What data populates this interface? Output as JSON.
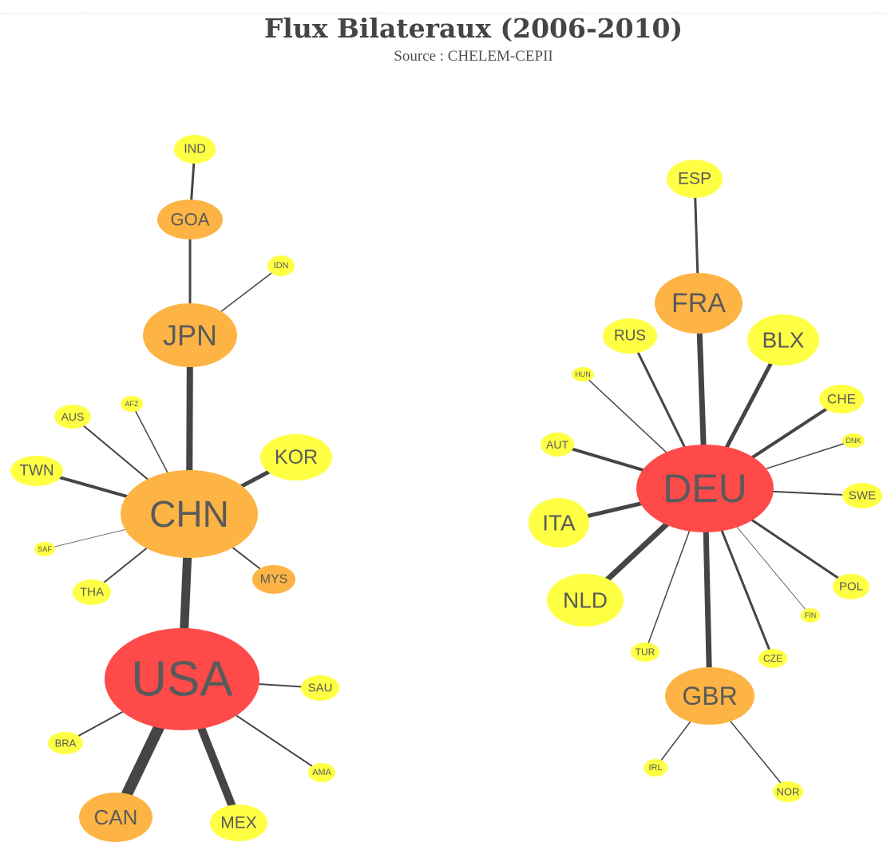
{
  "header": {
    "title": "Flux Bilateraux (2006-2010)",
    "source": "Source : CHELEM-CEPII"
  },
  "colors": {
    "hub": "#ff4a4a",
    "secondary": "#fdb444",
    "leaf": "#ffff44",
    "edge": "#454545",
    "label": "#5a5a5a"
  },
  "nodes": [
    {
      "id": "IND",
      "label": "IND",
      "tier": "leaf"
    },
    {
      "id": "GOA",
      "label": "GOA",
      "tier": "secondary"
    },
    {
      "id": "IDN",
      "label": "IDN",
      "tier": "leaf"
    },
    {
      "id": "JPN",
      "label": "JPN",
      "tier": "secondary"
    },
    {
      "id": "AUS",
      "label": "AUS",
      "tier": "leaf"
    },
    {
      "id": "AFZ",
      "label": "AFZ",
      "tier": "leaf"
    },
    {
      "id": "KOR",
      "label": "KOR",
      "tier": "leaf"
    },
    {
      "id": "TWN",
      "label": "TWN",
      "tier": "leaf"
    },
    {
      "id": "CHN",
      "label": "CHN",
      "tier": "secondary"
    },
    {
      "id": "SAF",
      "label": "SAF",
      "tier": "leaf"
    },
    {
      "id": "MYS",
      "label": "MYS",
      "tier": "secondary"
    },
    {
      "id": "THA",
      "label": "THA",
      "tier": "leaf"
    },
    {
      "id": "USA",
      "label": "USA",
      "tier": "hub"
    },
    {
      "id": "SAU",
      "label": "SAU",
      "tier": "leaf"
    },
    {
      "id": "BRA",
      "label": "BRA",
      "tier": "leaf"
    },
    {
      "id": "AMA",
      "label": "AMA",
      "tier": "leaf"
    },
    {
      "id": "CAN",
      "label": "CAN",
      "tier": "secondary"
    },
    {
      "id": "MEX",
      "label": "MEX",
      "tier": "leaf"
    },
    {
      "id": "ESP",
      "label": "ESP",
      "tier": "leaf"
    },
    {
      "id": "FRA",
      "label": "FRA",
      "tier": "secondary"
    },
    {
      "id": "RUS",
      "label": "RUS",
      "tier": "leaf"
    },
    {
      "id": "BLX",
      "label": "BLX",
      "tier": "leaf"
    },
    {
      "id": "HUN",
      "label": "HUN",
      "tier": "leaf"
    },
    {
      "id": "CHE",
      "label": "CHE",
      "tier": "leaf"
    },
    {
      "id": "AUT",
      "label": "AUT",
      "tier": "leaf"
    },
    {
      "id": "DNK",
      "label": "DNK",
      "tier": "leaf"
    },
    {
      "id": "DEU",
      "label": "DEU",
      "tier": "hub"
    },
    {
      "id": "SWE",
      "label": "SWE",
      "tier": "leaf"
    },
    {
      "id": "ITA",
      "label": "ITA",
      "tier": "leaf"
    },
    {
      "id": "NLD",
      "label": "NLD",
      "tier": "leaf"
    },
    {
      "id": "POL",
      "label": "POL",
      "tier": "leaf"
    },
    {
      "id": "FIN",
      "label": "FIN",
      "tier": "leaf"
    },
    {
      "id": "TUR",
      "label": "TUR",
      "tier": "leaf"
    },
    {
      "id": "CZE",
      "label": "CZE",
      "tier": "leaf"
    },
    {
      "id": "GBR",
      "label": "GBR",
      "tier": "secondary"
    },
    {
      "id": "IRL",
      "label": "IRL",
      "tier": "leaf"
    },
    {
      "id": "NOR",
      "label": "NOR",
      "tier": "leaf"
    }
  ],
  "edges": [
    {
      "from": "IND",
      "to": "GOA",
      "strength": 3
    },
    {
      "from": "GOA",
      "to": "JPN",
      "strength": 3
    },
    {
      "from": "JPN",
      "to": "IDN",
      "strength": 1.5
    },
    {
      "from": "JPN",
      "to": "CHN",
      "strength": 8
    },
    {
      "from": "CHN",
      "to": "AUS",
      "strength": 2
    },
    {
      "from": "CHN",
      "to": "AFZ",
      "strength": 1.5
    },
    {
      "from": "CHN",
      "to": "KOR",
      "strength": 5
    },
    {
      "from": "CHN",
      "to": "TWN",
      "strength": 4
    },
    {
      "from": "CHN",
      "to": "SAF",
      "strength": 0.8
    },
    {
      "from": "CHN",
      "to": "MYS",
      "strength": 2
    },
    {
      "from": "CHN",
      "to": "THA",
      "strength": 2
    },
    {
      "from": "CHN",
      "to": "USA",
      "strength": 11
    },
    {
      "from": "USA",
      "to": "SAU",
      "strength": 2
    },
    {
      "from": "USA",
      "to": "BRA",
      "strength": 2
    },
    {
      "from": "USA",
      "to": "AMA",
      "strength": 2
    },
    {
      "from": "USA",
      "to": "CAN",
      "strength": 14
    },
    {
      "from": "USA",
      "to": "MEX",
      "strength": 10
    },
    {
      "from": "ESP",
      "to": "FRA",
      "strength": 3
    },
    {
      "from": "FRA",
      "to": "DEU",
      "strength": 7
    },
    {
      "from": "DEU",
      "to": "RUS",
      "strength": 3
    },
    {
      "from": "DEU",
      "to": "BLX",
      "strength": 5
    },
    {
      "from": "DEU",
      "to": "HUN",
      "strength": 1.5
    },
    {
      "from": "DEU",
      "to": "CHE",
      "strength": 4
    },
    {
      "from": "DEU",
      "to": "AUT",
      "strength": 4
    },
    {
      "from": "DEU",
      "to": "DNK",
      "strength": 1.5
    },
    {
      "from": "DEU",
      "to": "SWE",
      "strength": 2
    },
    {
      "from": "DEU",
      "to": "ITA",
      "strength": 5
    },
    {
      "from": "DEU",
      "to": "NLD",
      "strength": 7
    },
    {
      "from": "DEU",
      "to": "POL",
      "strength": 3
    },
    {
      "from": "DEU",
      "to": "FIN",
      "strength": 0.8
    },
    {
      "from": "DEU",
      "to": "TUR",
      "strength": 1.5
    },
    {
      "from": "DEU",
      "to": "CZE",
      "strength": 3
    },
    {
      "from": "DEU",
      "to": "GBR",
      "strength": 7
    },
    {
      "from": "GBR",
      "to": "IRL",
      "strength": 1.5
    },
    {
      "from": "GBR",
      "to": "NOR",
      "strength": 1.5
    }
  ]
}
